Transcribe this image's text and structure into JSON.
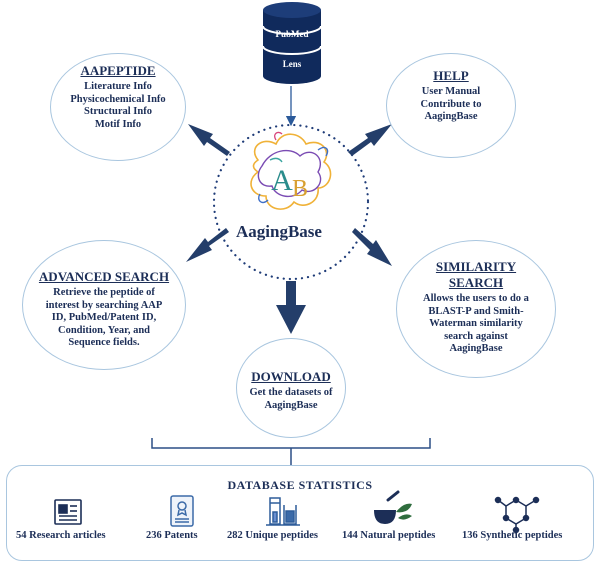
{
  "database": {
    "line1": "PubMed",
    "line2": "Lens"
  },
  "center": {
    "name": "AagingBase",
    "logo_letters": "AB"
  },
  "aapeptide": {
    "title": "AAPEPTIDE",
    "lines": [
      "Literature Info",
      "Physicochemical Info",
      "Structural Info",
      "Motif Info"
    ]
  },
  "help": {
    "title": "HELP",
    "lines": [
      "User Manual",
      "Contribute to",
      "AagingBase"
    ]
  },
  "advanced_search": {
    "title": "ADVANCED SEARCH",
    "lines": [
      "Retrieve the peptide of",
      "interest by searching AAP",
      "ID, PubMed/Patent ID,",
      "Condition, Year, and",
      "Sequence fields."
    ]
  },
  "similarity_search": {
    "title_line1": "SIMILARITY",
    "title_line2": "SEARCH",
    "lines": [
      "Allows the users to do a",
      "BLAST-P and Smith-",
      "Waterman similarity",
      "search against",
      "AagingBase"
    ]
  },
  "download": {
    "title": "DOWNLOAD",
    "lines": [
      "Get the datasets of",
      "AagingBase"
    ]
  },
  "statistics": {
    "title": "DATABASE STATISTICS",
    "items": [
      {
        "label": "54 Research articles",
        "icon": "document-icon"
      },
      {
        "label": "236 Patents",
        "icon": "patent-certificate-icon"
      },
      {
        "label": "282 Unique peptides",
        "icon": "lab-flask-icon"
      },
      {
        "label": "144 Natural peptides",
        "icon": "mortar-pestle-leaf-icon"
      },
      {
        "label": "136 Synthetic peptides",
        "icon": "molecule-icon"
      }
    ]
  },
  "colors": {
    "navy": "#1c2e57",
    "arrow": "#243e6a",
    "circle_border": "#a9c6df",
    "dots": "#1f3c78"
  }
}
